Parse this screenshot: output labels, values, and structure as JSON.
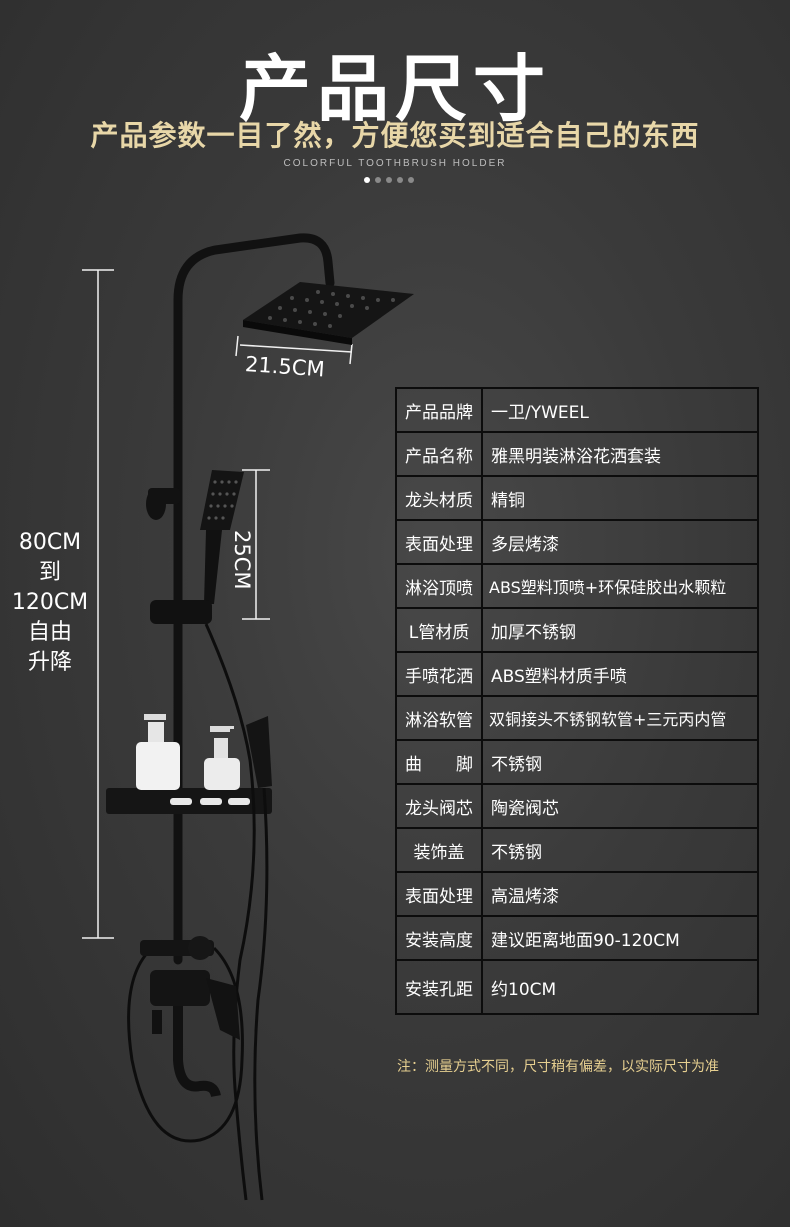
{
  "header": {
    "title": "产品尺寸",
    "subtitle": "产品参数一目了然，方便您买到适合自己的东西",
    "caption": "COLORFUL TOOTHBRUSH HOLDER"
  },
  "carousel": {
    "count": 5,
    "active": 1
  },
  "dimensions": {
    "height_lines": [
      "80CM",
      "到",
      "120CM",
      "自由",
      "升降"
    ],
    "top_shower_width": "21.5CM",
    "hand_shower_length": "25CM"
  },
  "spec_table": [
    {
      "key": "产品品牌",
      "value": "一卫/YWEEL"
    },
    {
      "key": "产品名称",
      "value": "雅黑明装淋浴花洒套装"
    },
    {
      "key": "龙头材质",
      "value": "精铜"
    },
    {
      "key": "表面处理",
      "value": "多层烤漆"
    },
    {
      "key": "淋浴顶喷",
      "value": "ABS塑料顶喷+环保硅胶出水颗粒"
    },
    {
      "key": "L管材质",
      "value": "加厚不锈钢"
    },
    {
      "key": "手喷花洒",
      "value": "ABS塑料材质手喷"
    },
    {
      "key": "淋浴软管",
      "value": "双铜接头不锈钢软管+三元丙内管"
    },
    {
      "key": "曲　　脚",
      "value": "不锈钢"
    },
    {
      "key": "龙头阀芯",
      "value": "陶瓷阀芯"
    },
    {
      "key": "装饰盖",
      "value": "不锈钢"
    },
    {
      "key": "表面处理",
      "value": "高温烤漆"
    },
    {
      "key": "安装高度",
      "value": "建议距离地面90-120CM"
    },
    {
      "key": "安装孔距",
      "value": "约10CM"
    }
  ],
  "note": "注：测量方式不同，尺寸稍有偏差，以实际尺寸为准",
  "colors": {
    "accent_gold": "#e8d7a8",
    "note_gold": "#e6cf90",
    "background": "#3a3a3a"
  }
}
